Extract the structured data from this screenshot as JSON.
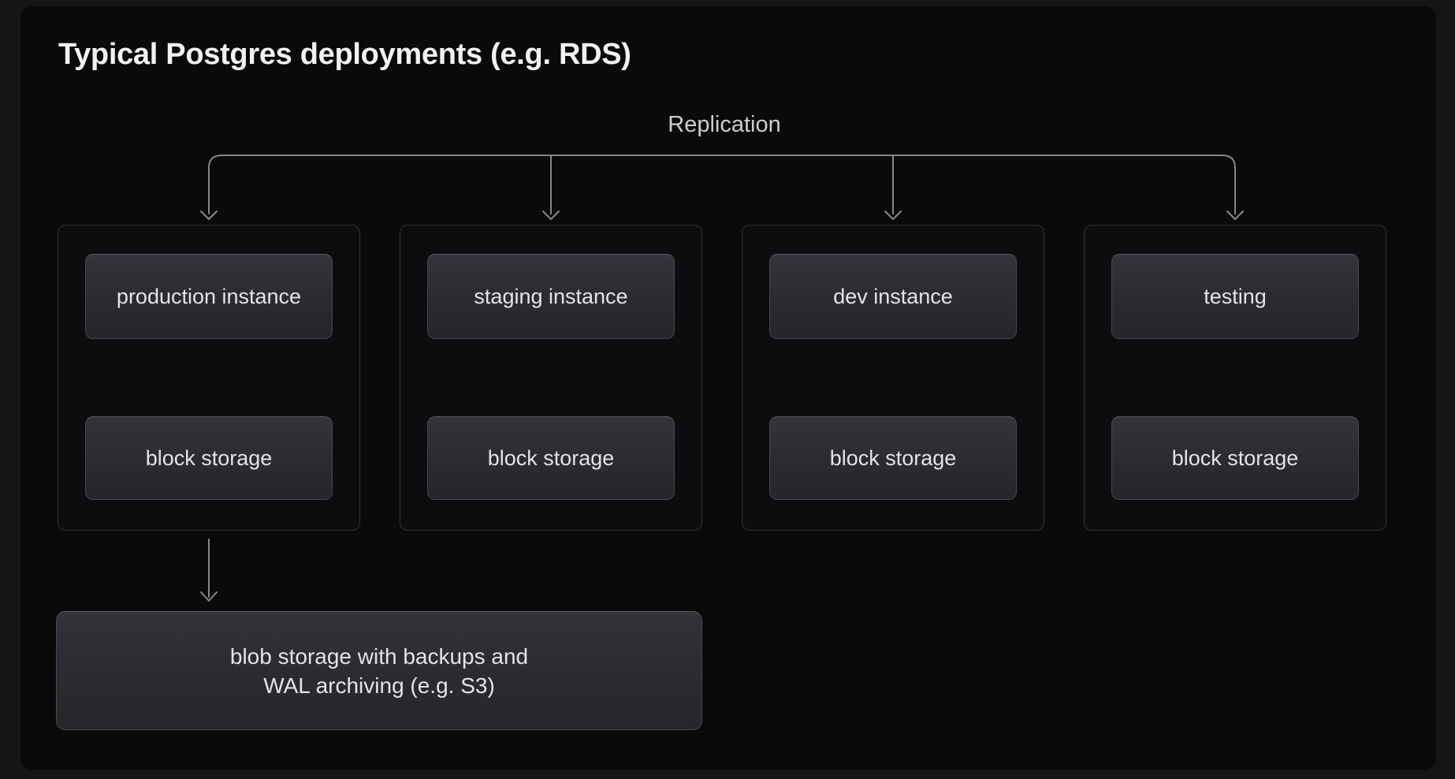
{
  "title": "Typical Postgres deployments (e.g. RDS)",
  "replication": {
    "label": "Replication"
  },
  "columns": [
    {
      "instance_label": "production instance",
      "storage_label": "block storage"
    },
    {
      "instance_label": "staging instance",
      "storage_label": "block storage"
    },
    {
      "instance_label": "dev instance",
      "storage_label": "block storage"
    },
    {
      "instance_label": "testing",
      "storage_label": "block storage"
    }
  ],
  "blob_storage": {
    "line1": "blob storage with backups and",
    "line2": "WAL archiving (e.g. S3)"
  },
  "colors": {
    "outer_background": "#151516",
    "canvas_background": "#0a0a0b",
    "container_border": "#333338",
    "node_background_top": "#34343b",
    "node_background_bottom": "#25252a",
    "node_border": "#47474e",
    "connector_line": "#88888d",
    "title_text": "#f2f2f3",
    "node_text": "#e4e4e7",
    "replication_text": "#cdcdd2"
  }
}
